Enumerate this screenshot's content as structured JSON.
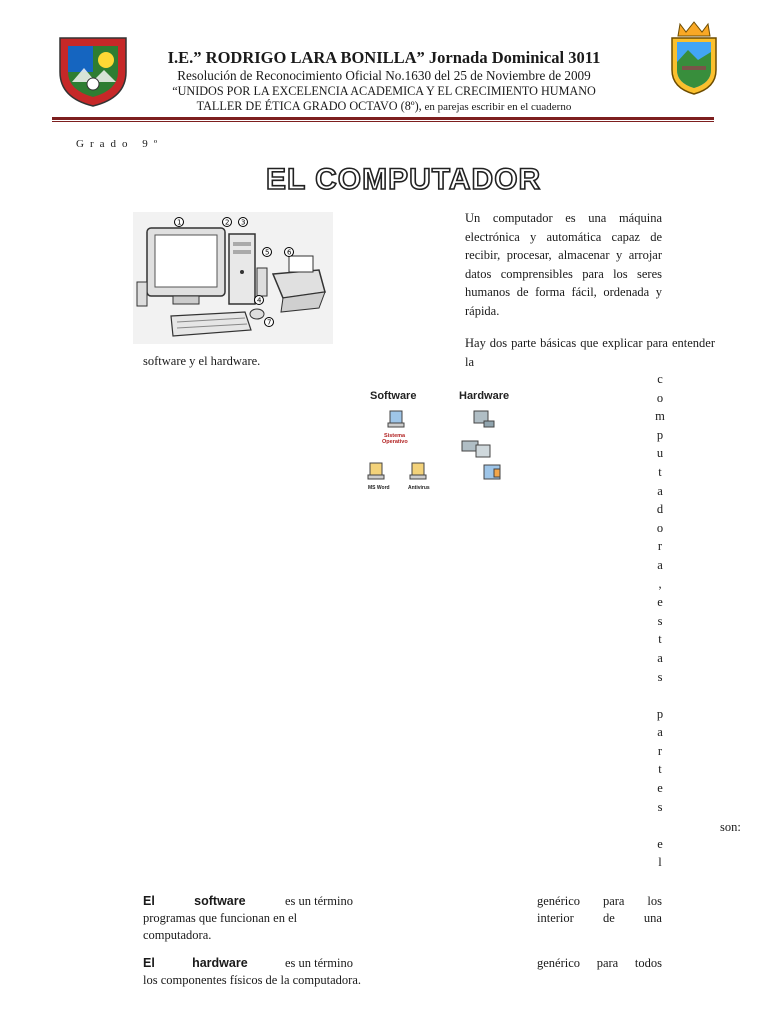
{
  "header": {
    "title": "I.E.” RODRIGO LARA BONILLA” Jornada Dominical 3011",
    "resolution": "Resolución de Reconocimiento Oficial No.1630 del 25 de Noviembre de 2009",
    "motto": "“UNIDOS POR LA EXCELENCIA ACADEMICA Y EL CRECIMIENTO HUMANO",
    "workshop": "TALLER DE ÉTICA GRADO OCTAVO (8º),",
    "workshop_note": " en parejas escribir en el cuaderno"
  },
  "grade": "Grado 9º",
  "title": "EL COMPUTADOR",
  "figure_numbers": [
    "1",
    "2",
    "3",
    "4",
    "5",
    "6",
    "7"
  ],
  "intro": {
    "paragraph1": "Un computador es una máquina electrónica y automática capaz de recibir, procesar, almacenar y arrojar datos comprensibles para los seres humanos de forma fácil, ordenada y rápida.",
    "paragraph2": "Hay dos parte básicas que explicar para entender la",
    "continuation": "software y el  hardware.",
    "vertical_letters": [
      "c",
      "o",
      "m",
      "p",
      "u",
      "t",
      "a",
      "d",
      "o",
      "r",
      "a",
      ",",
      "e",
      "s",
      "t",
      "a",
      "s",
      "",
      "p",
      "a",
      "r",
      "t",
      "e",
      "s",
      "",
      "e",
      "l"
    ],
    "son": "son:"
  },
  "swhw_figure": {
    "software_label": "Software",
    "hardware_label": "Hardware",
    "sistema_label": "Sistema",
    "operativo_label": "Operativo",
    "msword_label": "MS Word",
    "antivirus_label": "Antivirus"
  },
  "definitions": {
    "software": {
      "keyword1": "El",
      "keyword2": "software",
      "line1_rest": "es un término",
      "line2": "programas que funcionan en el",
      "line3": "computadora.",
      "right_line1a": "genérico",
      "right_line1b": "para",
      "right_line1c": "los",
      "right_line2a": "interior",
      "right_line2b": "de",
      "right_line2c": "una"
    },
    "hardware": {
      "keyword1": "El",
      "keyword2": "hardware",
      "line1_rest": "es un término",
      "line2": "los componentes físicos de la computadora.",
      "right_line1a": "genérico",
      "right_line1b": "para",
      "right_line1c": "todos"
    }
  },
  "colors": {
    "header_rule": "#7d1f1f",
    "text": "#1a1a1a",
    "software_red": "#b22222"
  }
}
